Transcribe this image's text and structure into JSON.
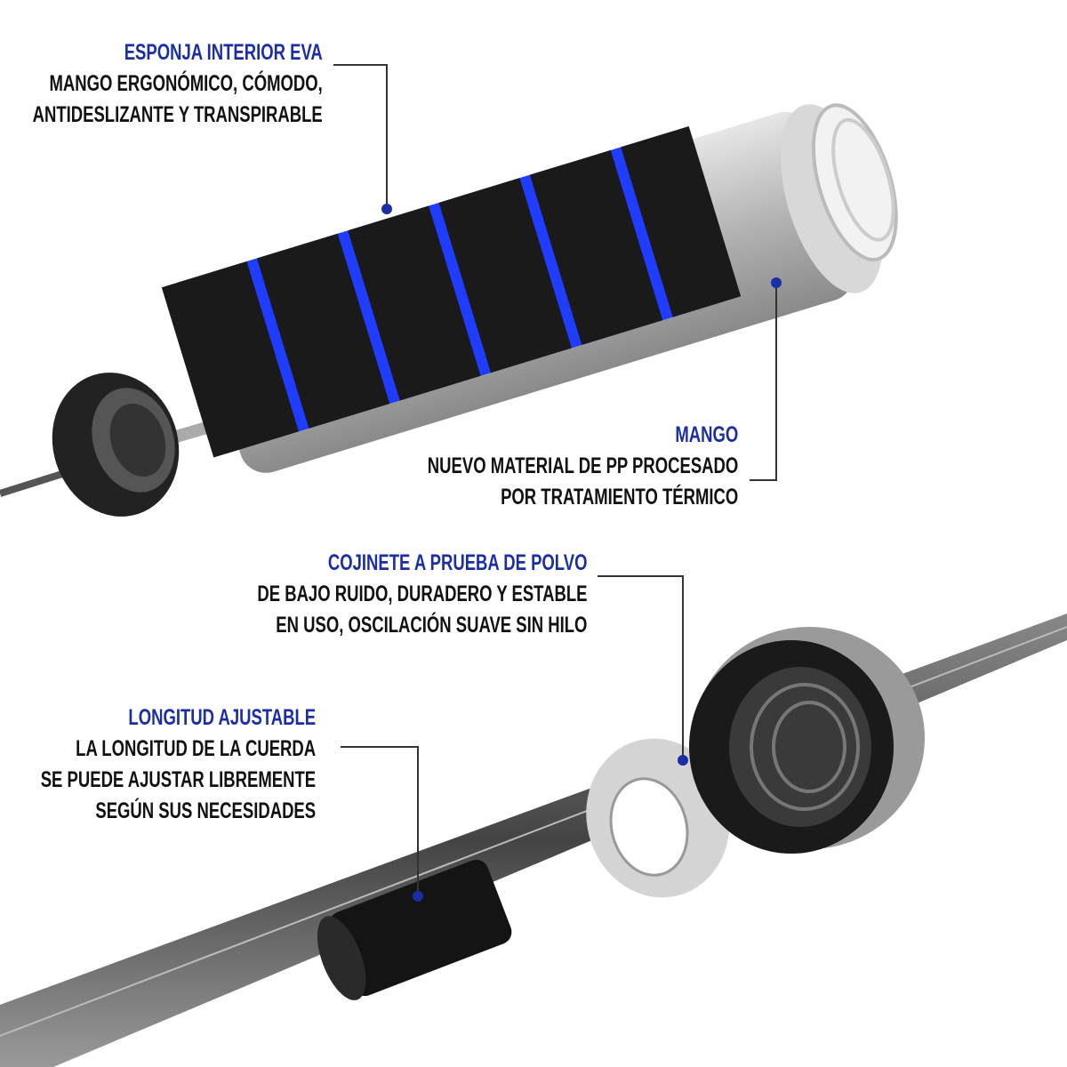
{
  "callouts": [
    {
      "title": "ESPONJA INTERIOR EVA",
      "lines": [
        "MANGO ERGONÓMICO, CÓMODO,",
        "ANTIDESLIZANTE Y TRANSPIRABLE"
      ]
    },
    {
      "title": "MANGO",
      "lines": [
        "NUEVO MATERIAL DE PP PROCESADO",
        "POR TRATAMIENTO TÉRMICO"
      ]
    },
    {
      "title": "COJINETE A PRUEBA DE POLVO",
      "lines": [
        "DE BAJO RUIDO, DURADERO Y ESTABLE",
        "EN USO, OSCILACIÓN SUAVE SIN HILO"
      ]
    },
    {
      "title": "LONGITUD AJUSTABLE",
      "lines": [
        "LA LONGITUD DE LA CUERDA",
        "SE PUEDE AJUSTAR LIBREMENTE",
        "SEGÚN SUS NECESIDADES"
      ]
    }
  ],
  "colors": {
    "title": "#1b2ea6",
    "text": "#111111",
    "accent_blue": "#1f3cff",
    "leader": "#333333"
  }
}
